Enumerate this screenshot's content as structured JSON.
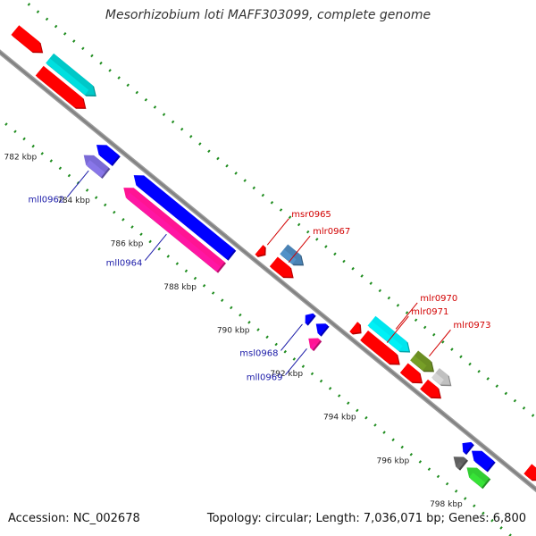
{
  "title": "Mesorhizobium loti MAFF303099, complete genome",
  "footer": {
    "accession": "Accession: NC_002678",
    "stats": "Topology: circular; Length: 7,036,071 bp; Genes: 6,800"
  },
  "colors": {
    "backbone": "#808080",
    "tick": "#1e8c1e",
    "forward_label": "#d20000",
    "reverse_label": "#1a1aa8",
    "kbp_label": "#222222"
  },
  "ticks": [
    {
      "label": "782 kbp",
      "kbp": 782
    },
    {
      "label": "784 kbp",
      "kbp": 784
    },
    {
      "label": "786 kbp",
      "kbp": 786
    },
    {
      "label": "788 kbp",
      "kbp": 788
    },
    {
      "label": "790 kbp",
      "kbp": 790
    },
    {
      "label": "792 kbp",
      "kbp": 792
    },
    {
      "label": "794 kbp",
      "kbp": 794
    },
    {
      "label": "796 kbp",
      "kbp": 796
    },
    {
      "label": "798 kbp",
      "kbp": 798
    }
  ],
  "genes": [
    {
      "strand": "forward",
      "ring": 2,
      "start": 779.55,
      "end": 780.55,
      "color": "#ff0000"
    },
    {
      "strand": "forward",
      "ring": 2,
      "start": 780.85,
      "end": 782.55,
      "color": "#00c8c8"
    },
    {
      "strand": "forward",
      "ring": 1,
      "start": 780.85,
      "end": 782.55,
      "color": "#ff0000"
    },
    {
      "strand": "reverse",
      "ring": 1,
      "start": 783.5,
      "end": 784.2,
      "color": "#0000ff"
    },
    {
      "strand": "reverse",
      "ring": 2,
      "start": 783.4,
      "end": 784.2,
      "color": "#7a6ad6",
      "label": "mll0962"
    },
    {
      "strand": "reverse",
      "ring": 1,
      "start": 784.9,
      "end": 788.55,
      "color": "#0000ff"
    },
    {
      "strand": "reverse",
      "ring": 2,
      "start": 784.9,
      "end": 788.55,
      "color": "#ff1493",
      "label": "mll0964"
    },
    {
      "strand": "forward",
      "ring": 1,
      "start": 789.1,
      "end": 789.3,
      "color": "#ff0000",
      "label": "msr0965"
    },
    {
      "strand": "forward",
      "ring": 2,
      "start": 789.65,
      "end": 790.35,
      "color": "#4a82b4"
    },
    {
      "strand": "forward",
      "ring": 1,
      "start": 789.65,
      "end": 790.35,
      "color": "#ff0000",
      "label": "mlr0967"
    },
    {
      "strand": "reverse",
      "ring": 1,
      "start": 791.35,
      "end": 791.55,
      "color": "#0000ff",
      "label": "msl0968"
    },
    {
      "strand": "reverse",
      "ring": 1,
      "start": 791.75,
      "end": 792.05,
      "color": "#0000ff"
    },
    {
      "strand": "reverse",
      "ring": 2,
      "start": 791.85,
      "end": 792.15,
      "color": "#ff1493",
      "label": "mll0969"
    },
    {
      "strand": "forward",
      "ring": 1,
      "start": 792.65,
      "end": 792.9,
      "color": "#ff0000"
    },
    {
      "strand": "forward",
      "ring": 2,
      "start": 792.95,
      "end": 794.35,
      "color": "#00e5ee",
      "label": "mlr0970"
    },
    {
      "strand": "forward",
      "ring": 1,
      "start": 793.05,
      "end": 794.35,
      "color": "#ff0000",
      "label": "mlr0971"
    },
    {
      "strand": "forward",
      "ring": 2,
      "start": 794.55,
      "end": 795.25,
      "color": "#6b8e23",
      "label": "mlr0973"
    },
    {
      "strand": "forward",
      "ring": 2,
      "start": 795.35,
      "end": 795.9,
      "color": "#c0c0c0"
    },
    {
      "strand": "forward",
      "ring": 1,
      "start": 794.55,
      "end": 795.2,
      "color": "#ff0000"
    },
    {
      "strand": "forward",
      "ring": 1,
      "start": 795.3,
      "end": 795.9,
      "color": "#ff0000"
    },
    {
      "strand": "reverse",
      "ring": 1,
      "start": 797.25,
      "end": 797.5,
      "color": "#0000ff"
    },
    {
      "strand": "reverse",
      "ring": 1,
      "start": 797.6,
      "end": 798.3,
      "color": "#0000ff"
    },
    {
      "strand": "reverse",
      "ring": 2,
      "start": 797.3,
      "end": 797.65,
      "color": "#606060"
    },
    {
      "strand": "reverse",
      "ring": 2,
      "start": 797.8,
      "end": 798.5,
      "color": "#32cd32"
    },
    {
      "strand": "forward",
      "ring": 1,
      "start": 799.2,
      "end": 799.7,
      "color": "#ff0000"
    }
  ]
}
